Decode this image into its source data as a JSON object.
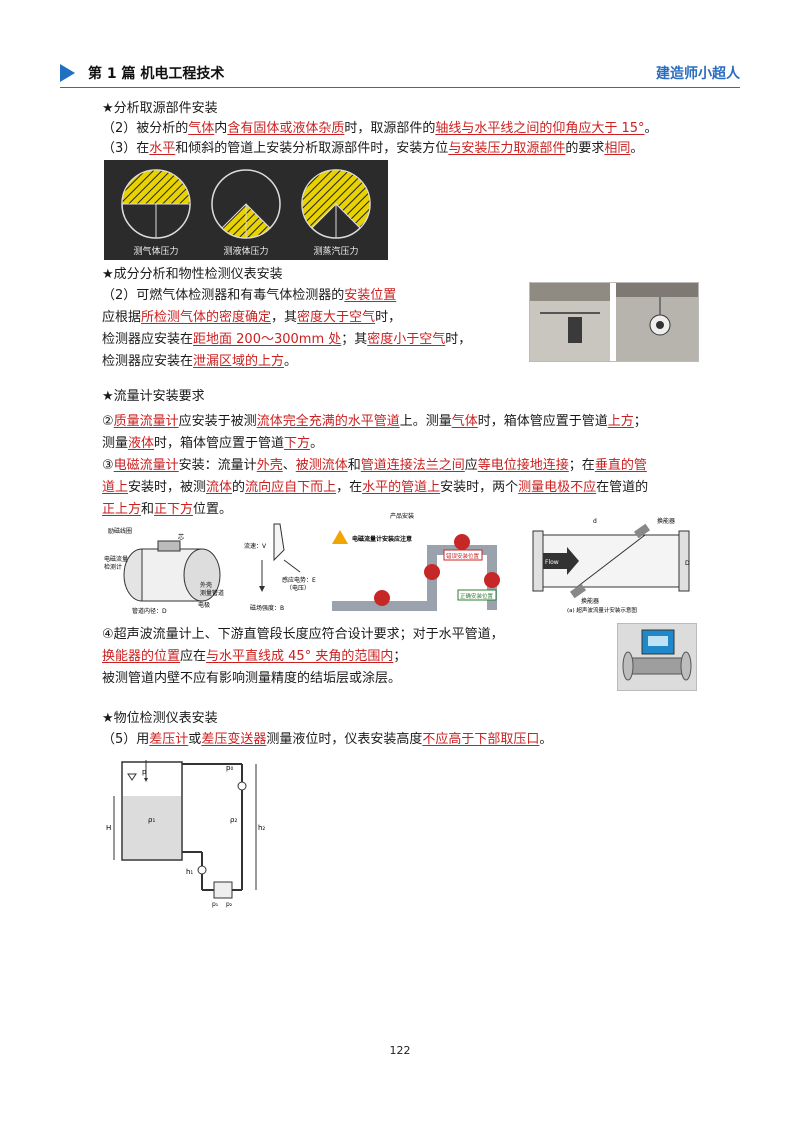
{
  "header": {
    "title": "第 1 篇  机电工程技术",
    "brand": "建造师小超人"
  },
  "s1": {
    "heading": "★分析取源部件安装",
    "l1": [
      "（2）被分析的",
      "气体",
      "内",
      "含有固体或液体杂质",
      "时，取源部件的",
      "轴线与水平线之间的仰角应大于 15°",
      "。"
    ],
    "l2": [
      "（3）在",
      "水平",
      "和倾斜的管道上安装分析取源部件时，安装方位",
      "与安装压力取源部件",
      "的要求",
      "相同",
      "。"
    ],
    "fig_labels": [
      "测气体压力",
      "测液体压力",
      "测蒸汽压力"
    ]
  },
  "s2": {
    "heading": "★成分分析和物性检测仪表安装",
    "l1": [
      "（2）可燃气体检测器和有毒气体检测器的",
      "安装位置"
    ],
    "l2": [
      "应根据",
      "所检测气体的密度确定",
      "，其",
      "密度大于空气",
      "时，"
    ],
    "l3": [
      "检测器应安装在",
      "距地面 200～300mm 处",
      "；其",
      "密度小于空气",
      "时，"
    ],
    "l4": [
      "检测器应安装在",
      "泄漏区域的上方",
      "。"
    ]
  },
  "s3": {
    "heading": "★流量计安装要求",
    "l1": [
      "②",
      "质量流量计",
      "应安装于被测",
      "流体完全充满的水平管道",
      "上。测量",
      "气体",
      "时，箱体管应置于管道",
      "上方",
      "；"
    ],
    "l2": [
      "测量",
      "液体",
      "时，箱体管应置于管道",
      "下方",
      "。"
    ],
    "l3": [
      "③",
      "电磁流量计",
      "安装：流量计",
      "外壳",
      "、",
      "被测流体",
      "和",
      "管道连接法兰之间",
      "应",
      "等电位接地连接",
      "；在",
      "垂直的管"
    ],
    "l4": [
      "道上",
      "安装时，被测",
      "流体",
      "的",
      "流向应自下而上",
      "，在",
      "水平的管道上",
      "安装时，两个",
      "测量电极不应",
      "在管道的"
    ],
    "l5": [
      "正上方",
      "和",
      "正下方",
      "位置。"
    ],
    "l6": [
      "④超声波流量计上、下游直管段长度应符合设计要求；对于水平管道，"
    ],
    "l7": [
      "换能器的位置",
      "应在",
      "与水平直线成 45° 夹角的范围内",
      "；"
    ],
    "l8": [
      "被测管道内壁不应有影响测量精度的结垢层或涂层。"
    ],
    "fig1_labels": [
      "励磁线圈",
      "芯",
      "电磁流量",
      "检测计",
      "外壳",
      "测量管道",
      "管道内径：D",
      "电极"
    ],
    "fig2_labels": [
      "流速：V",
      "感应电势：E",
      "（电压）",
      "磁场强度：B"
    ],
    "fig3_labels": [
      "产品安装",
      "电磁流量计安装应注意",
      "错误安装位置",
      "正确安装位置"
    ],
    "fig4_labels": [
      "换能器",
      "Flow",
      "换能器",
      "(a) 超声波流量计安装示意图",
      "d",
      "D"
    ]
  },
  "s4": {
    "heading": "★物位检测仪表安装",
    "l1": [
      "（5）用",
      "差压计",
      "或",
      "差压变送器",
      "测量液位时，仪表安装高度",
      "不应高于下部取压口",
      "。"
    ],
    "fig_labels": [
      "p",
      "p₀",
      "H",
      "h₁",
      "h₂",
      "p₁",
      "p₂",
      "ρ₁",
      "ρ₂"
    ]
  },
  "page_number": "122",
  "colors": {
    "accent": "#cc1f1f",
    "brand": "#2a6dbf"
  }
}
